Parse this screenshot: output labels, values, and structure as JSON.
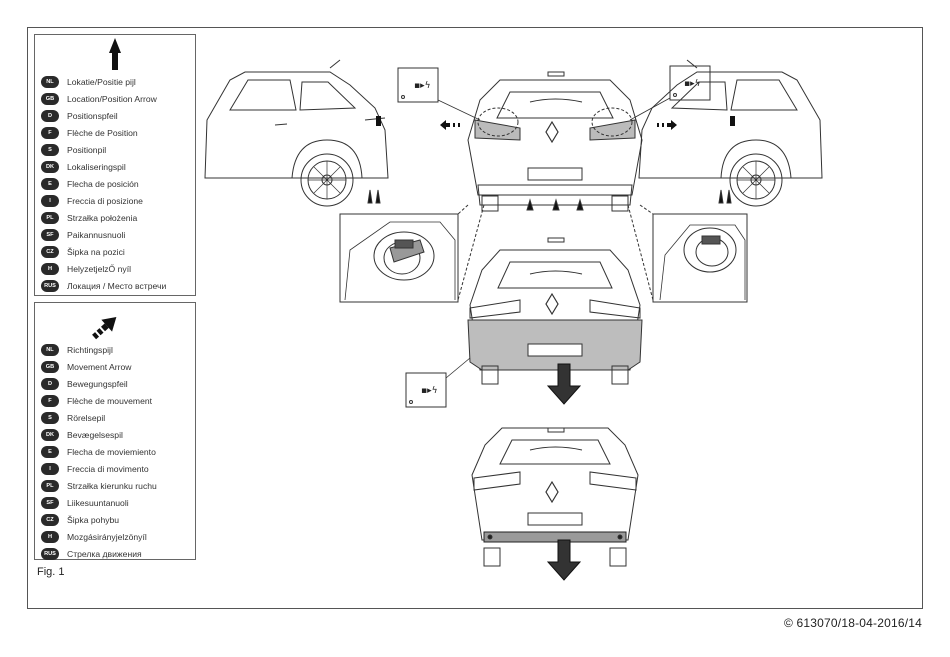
{
  "figure_label": "Fig. 1",
  "copyright": "© 613070/18-04-2016/14",
  "position_arrow_legend": [
    {
      "code": "NL",
      "text": "Lokatie/Positie pijl"
    },
    {
      "code": "GB",
      "text": "Location/Position Arrow"
    },
    {
      "code": "D",
      "text": "Positionspfeil"
    },
    {
      "code": "F",
      "text": "Flèche de Position"
    },
    {
      "code": "S",
      "text": "Positionpil"
    },
    {
      "code": "DK",
      "text": "Lokaliseringspil"
    },
    {
      "code": "E",
      "text": "Flecha de posición"
    },
    {
      "code": "I",
      "text": "Freccia di posizione"
    },
    {
      "code": "PL",
      "text": "Strzałka położenia"
    },
    {
      "code": "SF",
      "text": "Paikannusnuoli"
    },
    {
      "code": "CZ",
      "text": "Šipka na pozici"
    },
    {
      "code": "H",
      "text": "HelyzetjelzŐ nyíl"
    },
    {
      "code": "RUS",
      "text": "Локация / Место встречи"
    }
  ],
  "movement_arrow_legend": [
    {
      "code": "NL",
      "text": "Richtingspijl"
    },
    {
      "code": "GB",
      "text": "Movement Arrow"
    },
    {
      "code": "D",
      "text": "Bewegungspfeil"
    },
    {
      "code": "F",
      "text": "Flèche de mouvement"
    },
    {
      "code": "S",
      "text": "Rörelsepil"
    },
    {
      "code": "DK",
      "text": "Bevægelsespil"
    },
    {
      "code": "E",
      "text": "Flecha de moviemiento"
    },
    {
      "code": "I",
      "text": "Freccia di movimento"
    },
    {
      "code": "PL",
      "text": "Strzałka kierunku ruchu"
    },
    {
      "code": "SF",
      "text": "Liikesuuntanuoli"
    },
    {
      "code": "CZ",
      "text": "Šipka pohybu"
    },
    {
      "code": "H",
      "text": "Mozgásirányjelzönyíl"
    },
    {
      "code": "RUS",
      "text": "Стрелка движения"
    }
  ]
}
